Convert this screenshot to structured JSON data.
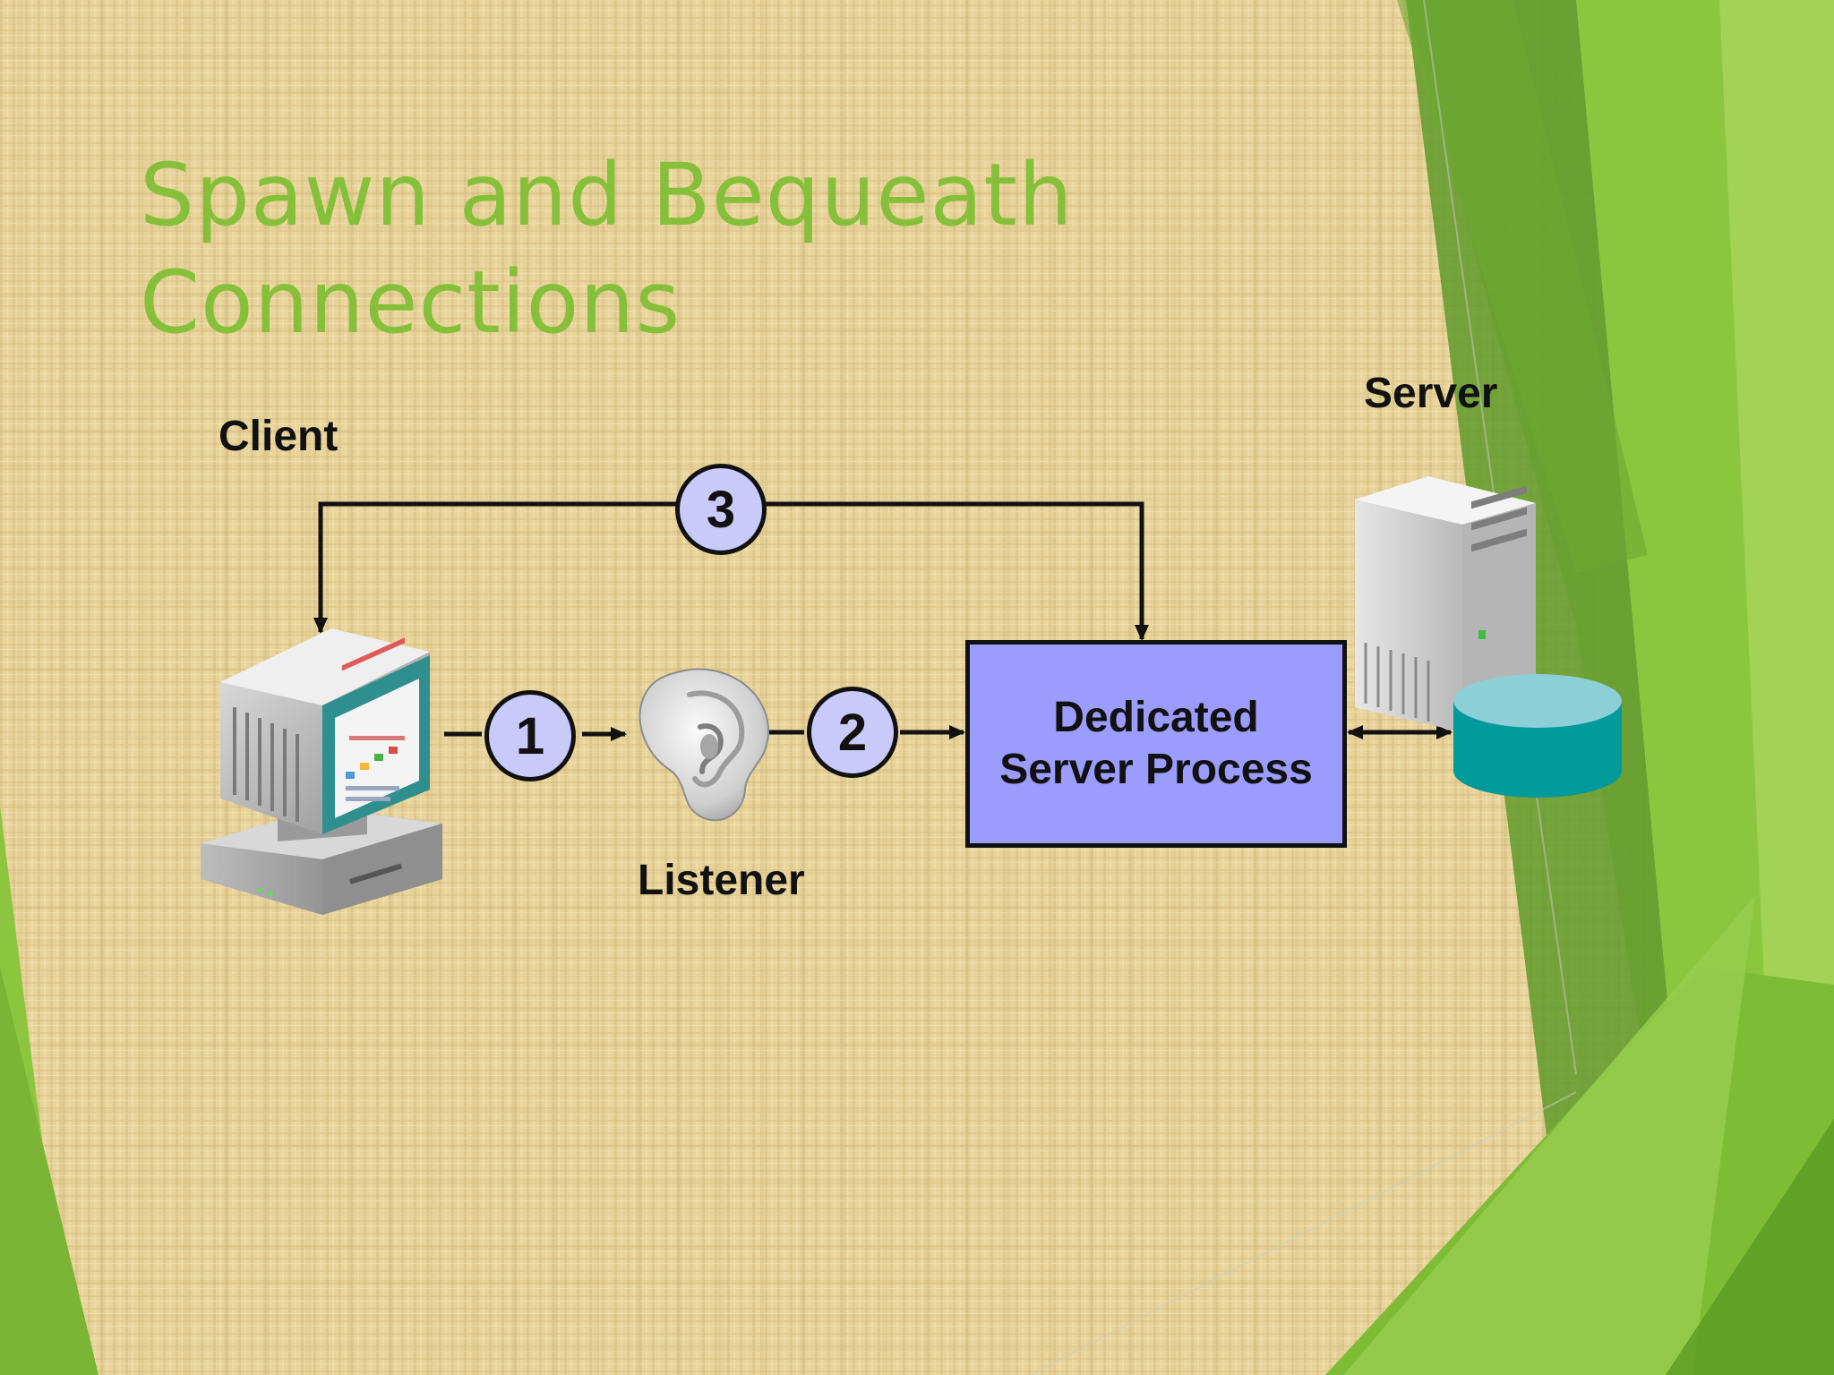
{
  "slide": {
    "title_line1": "Spawn and Bequeath",
    "title_line2": "Connections"
  },
  "diagram": {
    "client_label": "Client",
    "server_label": "Server",
    "listener_label": "Listener",
    "process_line1": "Dedicated",
    "process_line2": "Server Process",
    "steps": [
      "1",
      "2",
      "3"
    ]
  },
  "colors": {
    "title": "#86c03a",
    "process_fill": "#9b9cfb",
    "step_fill": "#c9caf9",
    "database": "#009a9c",
    "accent_green": "#8cc63f"
  },
  "icons": {
    "client": "desktop-computer-icon",
    "listener": "ear-icon",
    "server": "tower-server-icon",
    "database": "database-cylinder-icon"
  }
}
